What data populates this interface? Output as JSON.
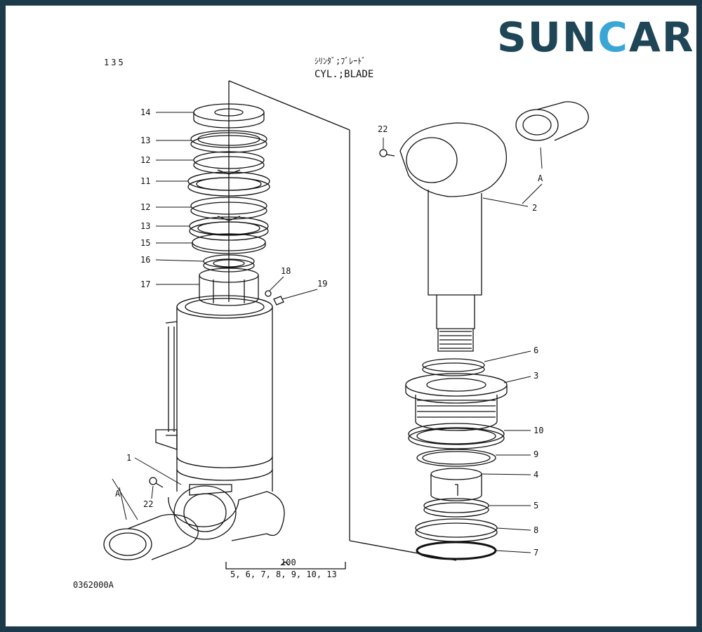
{
  "brand": {
    "logo_prefix": "SUN",
    "logo_c": "C",
    "logo_suffix": "AR",
    "logo_color": "#1f4656",
    "accent_color": "#3aa6d6"
  },
  "header": {
    "page_number": "135",
    "title_jp": "ｼﾘﾝﾀﾞ;ﾌﾞﾚｰﾄﾞ",
    "title_en": "CYL.;BLADE"
  },
  "footer": {
    "reference_code": "0362000A",
    "set_number": "100",
    "set_parts": "5, 6, 7, 8, 9, 10, 13"
  },
  "callouts": {
    "c14": "14",
    "c13a": "13",
    "c12a": "12",
    "c11": "11",
    "c12b": "12",
    "c13b": "13",
    "c15": "15",
    "c16": "16",
    "c17": "17",
    "c18": "18",
    "c19": "19",
    "c1": "1",
    "cAleft": "A",
    "c22left": "22",
    "c22right": "22",
    "cAright": "A",
    "c2": "2",
    "c6": "6",
    "c3": "3",
    "c10": "10",
    "c9": "9",
    "c4": "4",
    "c5": "5",
    "c8": "8",
    "c7": "7"
  }
}
